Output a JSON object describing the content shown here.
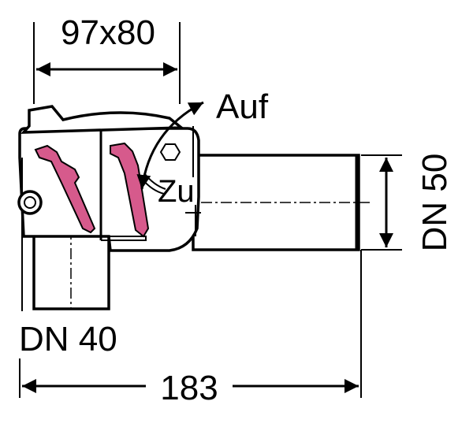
{
  "labels": {
    "top_dimension": "97x80",
    "open_direction": "Auf",
    "close_direction": "Zu",
    "outlet_size": "DN 50",
    "inlet_size": "DN 40",
    "total_length": "183"
  },
  "colors": {
    "flap": "#d65a8c",
    "line": "#000000"
  }
}
